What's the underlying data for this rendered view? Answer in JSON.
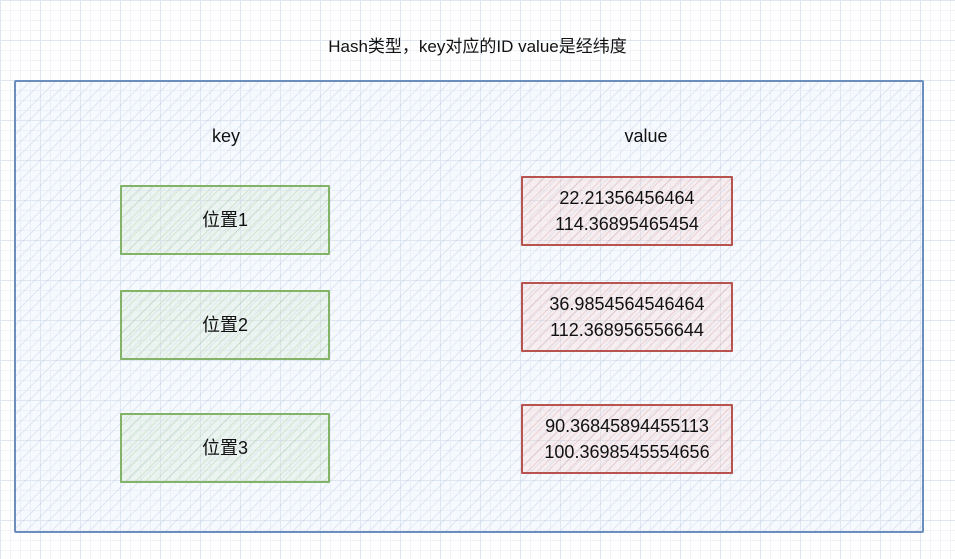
{
  "title": "Hash类型，key对应的ID  value是经纬度",
  "headers": {
    "key": "key",
    "value": "value"
  },
  "rows": [
    {
      "key": "位置1",
      "value_line1": "22.21356456464",
      "value_line2": "114.36895465454"
    },
    {
      "key": "位置2",
      "value_line1": "36.9854564546464",
      "value_line2": "112.368956556644"
    },
    {
      "key": "位置3",
      "value_line1": "90.36845894455113",
      "value_line2": "100.3698545554656"
    }
  ],
  "colors": {
    "container_border": "#6c8ebf",
    "key_border": "#82b366",
    "value_border": "#b85450"
  }
}
